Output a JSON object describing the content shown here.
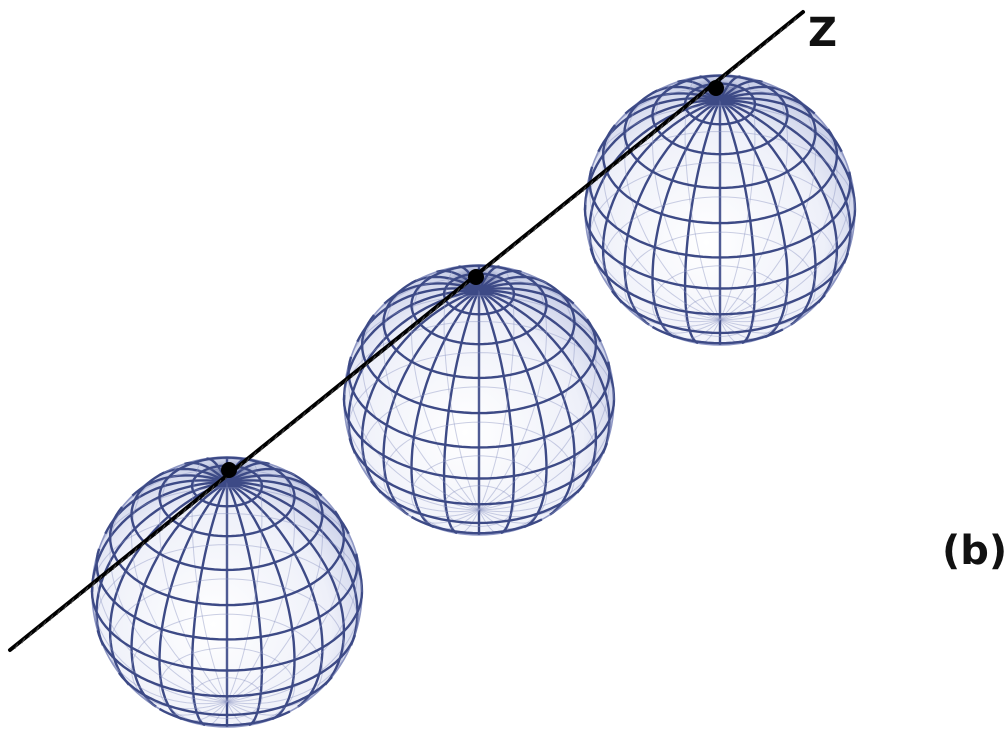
{
  "figure": {
    "axis_label": "Z",
    "panel_label": "(b)",
    "sphere_count": 3,
    "colors": {
      "background": "#ffffff",
      "grid_line": "#3d4a86",
      "grid_line_light": "#8e97c4",
      "sphere_fill": "#e9ecf7",
      "axis": "#000000",
      "pole_dot": "#000000"
    },
    "grid": {
      "meridians": 24,
      "parallels": 12
    },
    "spheres": [
      {
        "name": "sphere-1"
      },
      {
        "name": "sphere-2"
      },
      {
        "name": "sphere-3"
      }
    ]
  }
}
